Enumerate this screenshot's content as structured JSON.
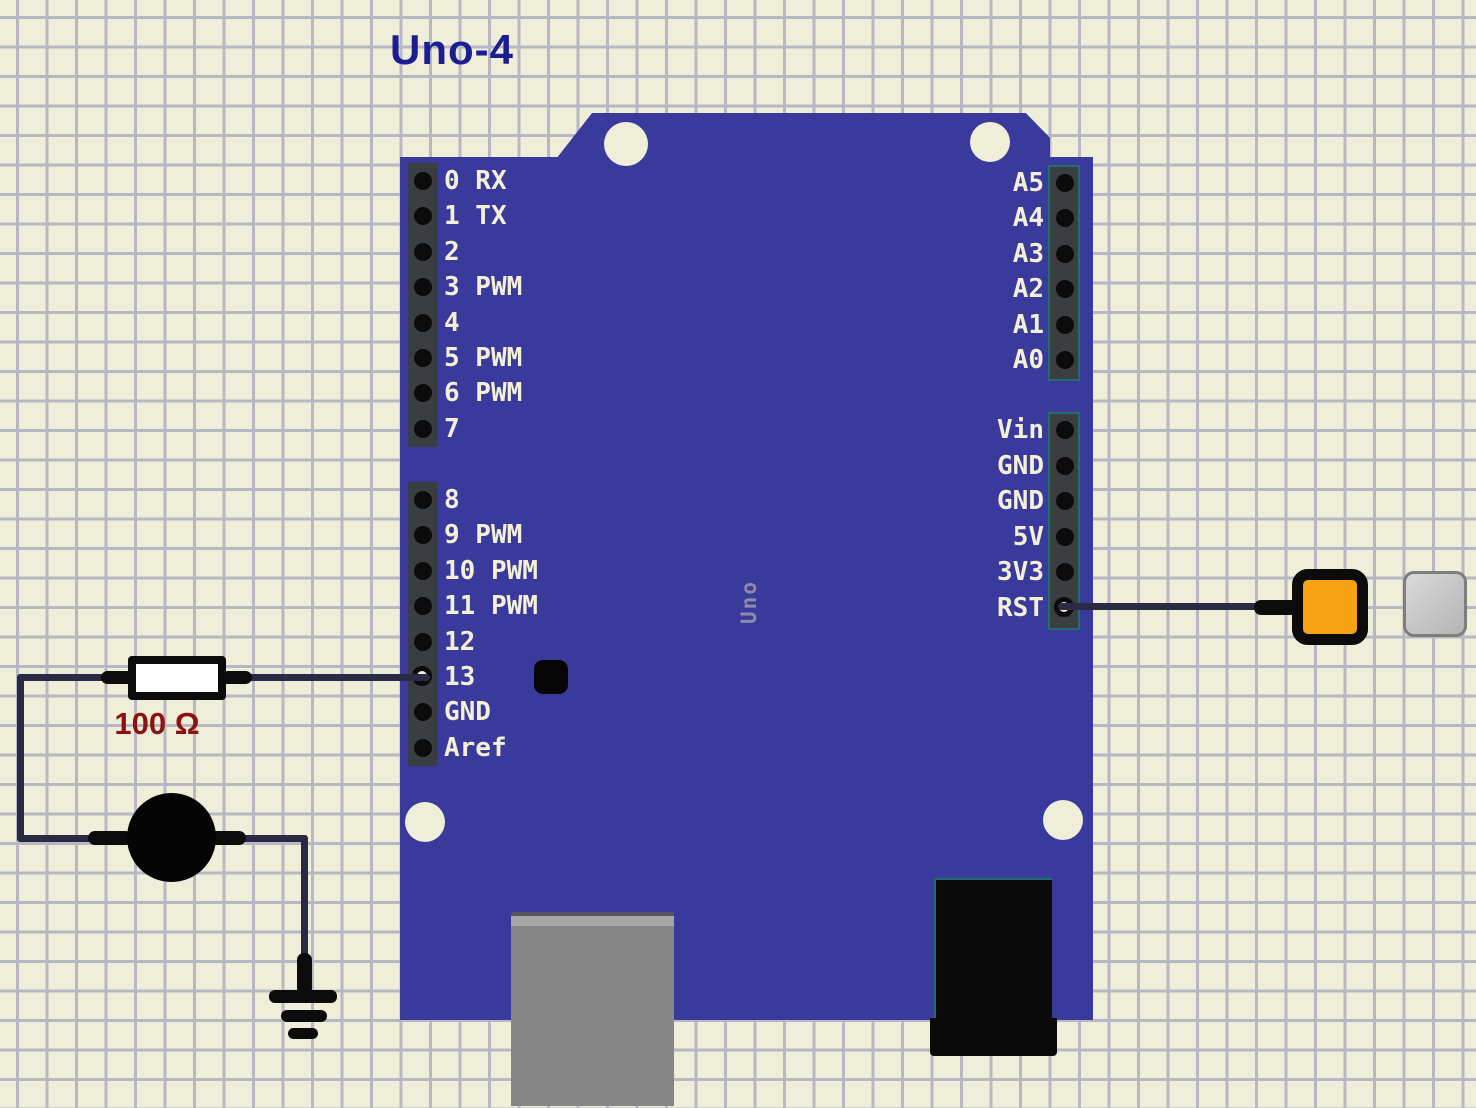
{
  "title": "Uno-4",
  "board": {
    "label": "Uno",
    "headers": {
      "digital_top": [
        "0 RX",
        "1 TX",
        "2",
        "3 PWM",
        "4",
        "5 PWM",
        "6 PWM",
        "7"
      ],
      "digital_bottom": [
        "8",
        "9 PWM",
        "10 PWM",
        "11 PWM",
        "12",
        "13",
        "GND",
        "Aref"
      ],
      "analog": [
        "A5",
        "A4",
        "A3",
        "A2",
        "A1",
        "A0"
      ],
      "power": [
        "Vin",
        "GND",
        "GND",
        "5V",
        "3V3",
        "RST"
      ]
    }
  },
  "components": {
    "resistor": {
      "value": "100 Ω"
    },
    "led": {
      "state": "off"
    },
    "pushbutton": {
      "state": "released"
    },
    "gray_pad": {},
    "ground": {}
  },
  "connections": [
    {
      "from": "pin 13",
      "to": "resistor"
    },
    {
      "from": "resistor",
      "to": "led"
    },
    {
      "from": "led",
      "to": "ground"
    },
    {
      "from": "RST",
      "to": "pushbutton"
    }
  ],
  "colors": {
    "background": "#efeed9",
    "grid_line": "#b8b8c4",
    "board_blue": "#3a3a9c",
    "title_blue": "#1d1d92",
    "pin_label": "#f3f0d7",
    "wire": "#2a2a44",
    "resistor_label_red": "#8e1111",
    "button_orange": "#f6a213"
  }
}
